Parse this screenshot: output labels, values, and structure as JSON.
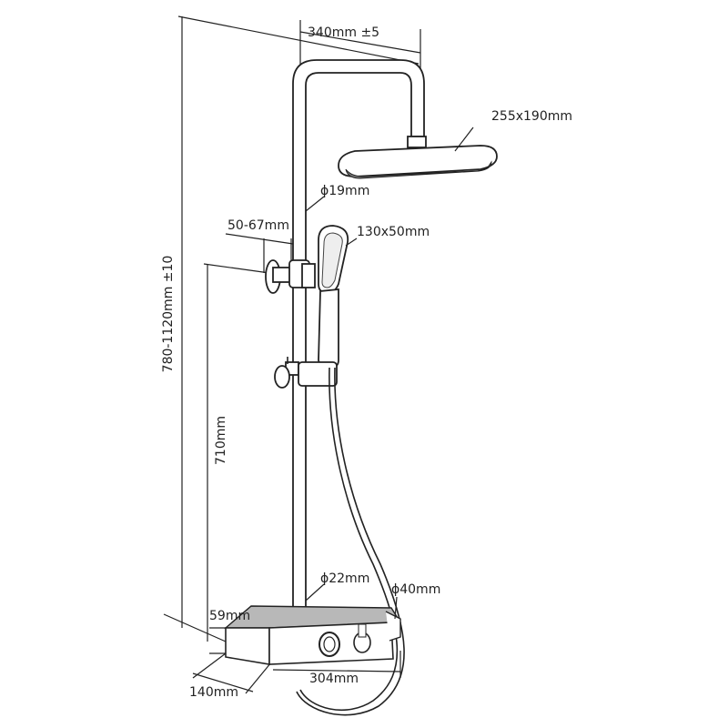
{
  "diagram": {
    "labels": {
      "total_height": "780-1120mm ±10",
      "arm_length": "340mm ±5",
      "head_size": "255x190mm",
      "rail_diameter": "ϕ19mm",
      "wall_offset": "50-67mm",
      "handset_size": "130x50mm",
      "holder_height": "710mm",
      "lower_pipe_diameter": "ϕ22mm",
      "outlet_diameter": "ϕ40mm",
      "shelf_height": "59mm",
      "shelf_depth": "140mm",
      "shelf_width": "304mm"
    }
  }
}
